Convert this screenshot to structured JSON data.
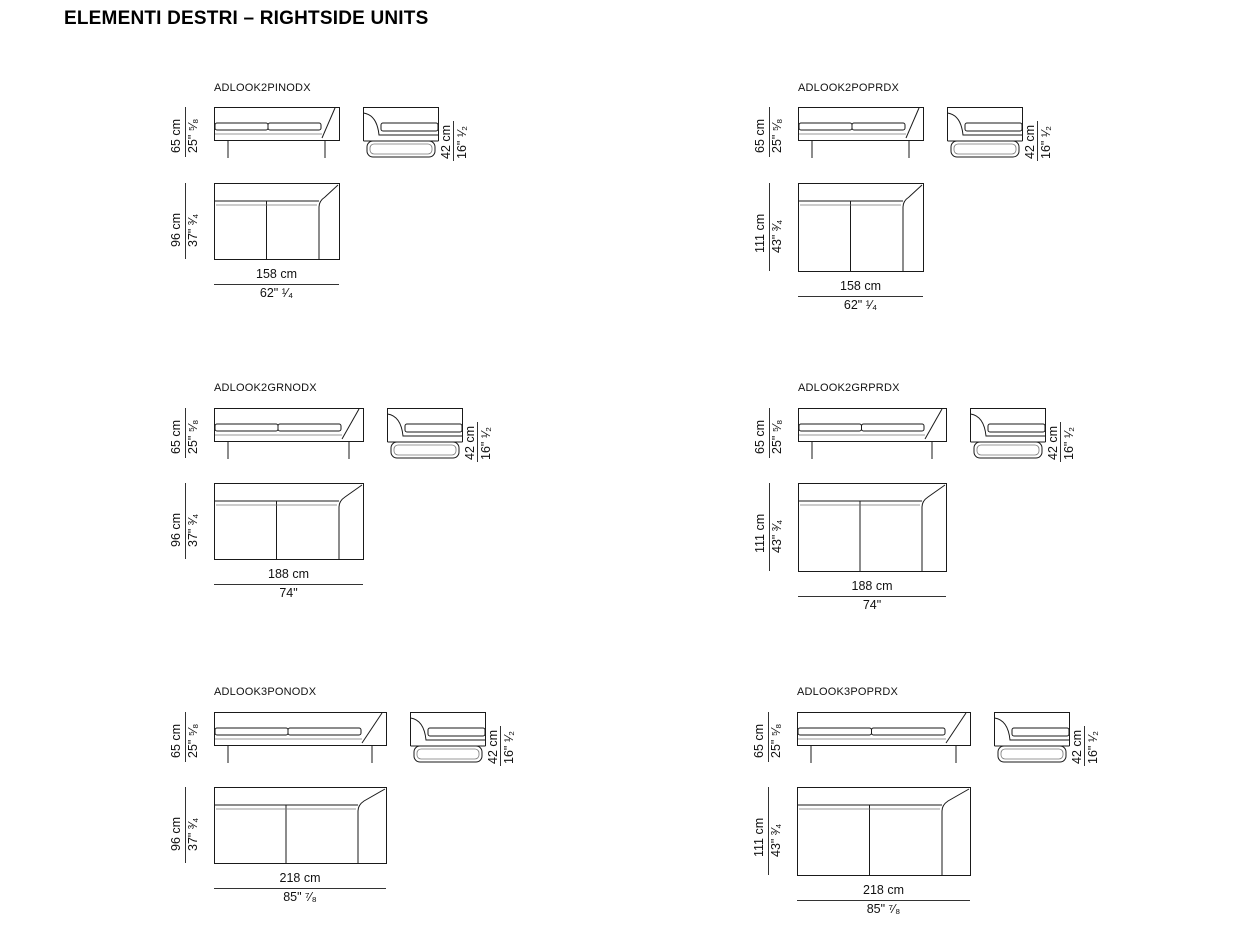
{
  "page_title": "ELEMENTI DESTRI – RIGHTSIDE UNITS",
  "units": [
    {
      "code": "ADLOOK2PINODX",
      "height_cm": "65 cm",
      "height_in": "25\" ⁵⁄₈",
      "seat_cm": "42 cm",
      "seat_in": "16\" ¹⁄₂",
      "depth_cm": "96 cm",
      "depth_in": "37\" ³⁄₄",
      "width_cm": "158 cm",
      "width_in": "62\" ¹⁄₄"
    },
    {
      "code": "ADLOOK2POPRDX",
      "height_cm": "65 cm",
      "height_in": "25\" ⁵⁄₈",
      "seat_cm": "42 cm",
      "seat_in": "16\" ¹⁄₂",
      "depth_cm": "111 cm",
      "depth_in": "43\" ³⁄₄",
      "width_cm": "158 cm",
      "width_in": "62\" ¹⁄₄"
    },
    {
      "code": "ADLOOK2GRNODX",
      "height_cm": "65 cm",
      "height_in": "25\" ⁵⁄₈",
      "seat_cm": "42 cm",
      "seat_in": "16\" ¹⁄₂",
      "depth_cm": "96 cm",
      "depth_in": "37\" ³⁄₄",
      "width_cm": "188 cm",
      "width_in": "74\""
    },
    {
      "code": "ADLOOK2GRPRDX",
      "height_cm": "65 cm",
      "height_in": "25\" ⁵⁄₈",
      "seat_cm": "42 cm",
      "seat_in": "16\" ¹⁄₂",
      "depth_cm": "111 cm",
      "depth_in": "43\" ³⁄₄",
      "width_cm": "188 cm",
      "width_in": "74\""
    },
    {
      "code": "ADLOOK3PONODX",
      "height_cm": "65 cm",
      "height_in": "25\" ⁵⁄₈",
      "seat_cm": "42 cm",
      "seat_in": "16\" ¹⁄₂",
      "depth_cm": "96 cm",
      "depth_in": "37\" ³⁄₄",
      "width_cm": "218 cm",
      "width_in": "85\" ⁷⁄₈"
    },
    {
      "code": "ADLOOK3POPRDX",
      "height_cm": "65 cm",
      "height_in": "25\" ⁵⁄₈",
      "seat_cm": "42 cm",
      "seat_in": "16\" ¹⁄₂",
      "depth_cm": "111 cm",
      "depth_in": "43\" ³⁄₄",
      "width_cm": "218 cm",
      "width_in": "85\" ⁷⁄₈"
    }
  ]
}
